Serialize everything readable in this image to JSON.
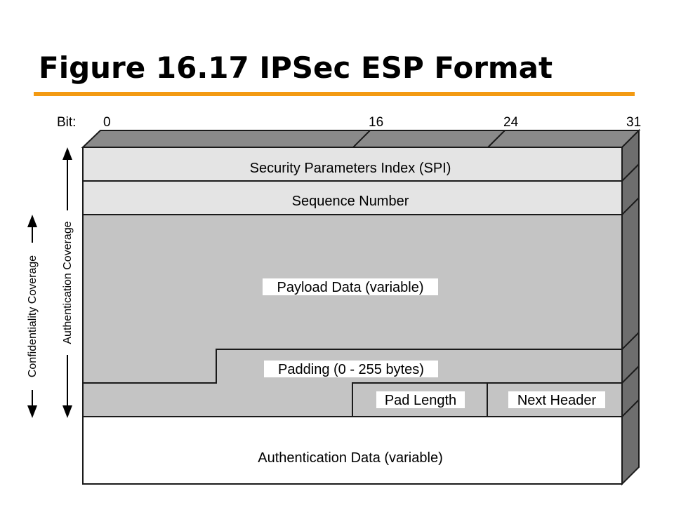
{
  "title": "Figure 16.17 IPSec ESP Format",
  "colors": {
    "accent_underline": "#f39a12",
    "field_light": "#e4e4e4",
    "field_mid": "#c4c4c4",
    "field_white": "#ffffff",
    "box_top": "#8a8a8a",
    "box_side": "#6e6e6e",
    "outline": "#1a1a1a"
  },
  "bit_axis": {
    "label": "Bit:",
    "ticks": [
      "0",
      "16",
      "24",
      "31"
    ]
  },
  "fields": {
    "spi": "Security Parameters Index (SPI)",
    "sequence": "Sequence Number",
    "payload": "Payload Data (variable)",
    "padding": "Padding (0 - 255 bytes)",
    "pad_length": "Pad Length",
    "next_header": "Next Header",
    "auth_data": "Authentication Data (variable)"
  },
  "coverage": {
    "authentication": "Authentication Coverage",
    "confidentiality": "Confidentiality Coverage"
  }
}
